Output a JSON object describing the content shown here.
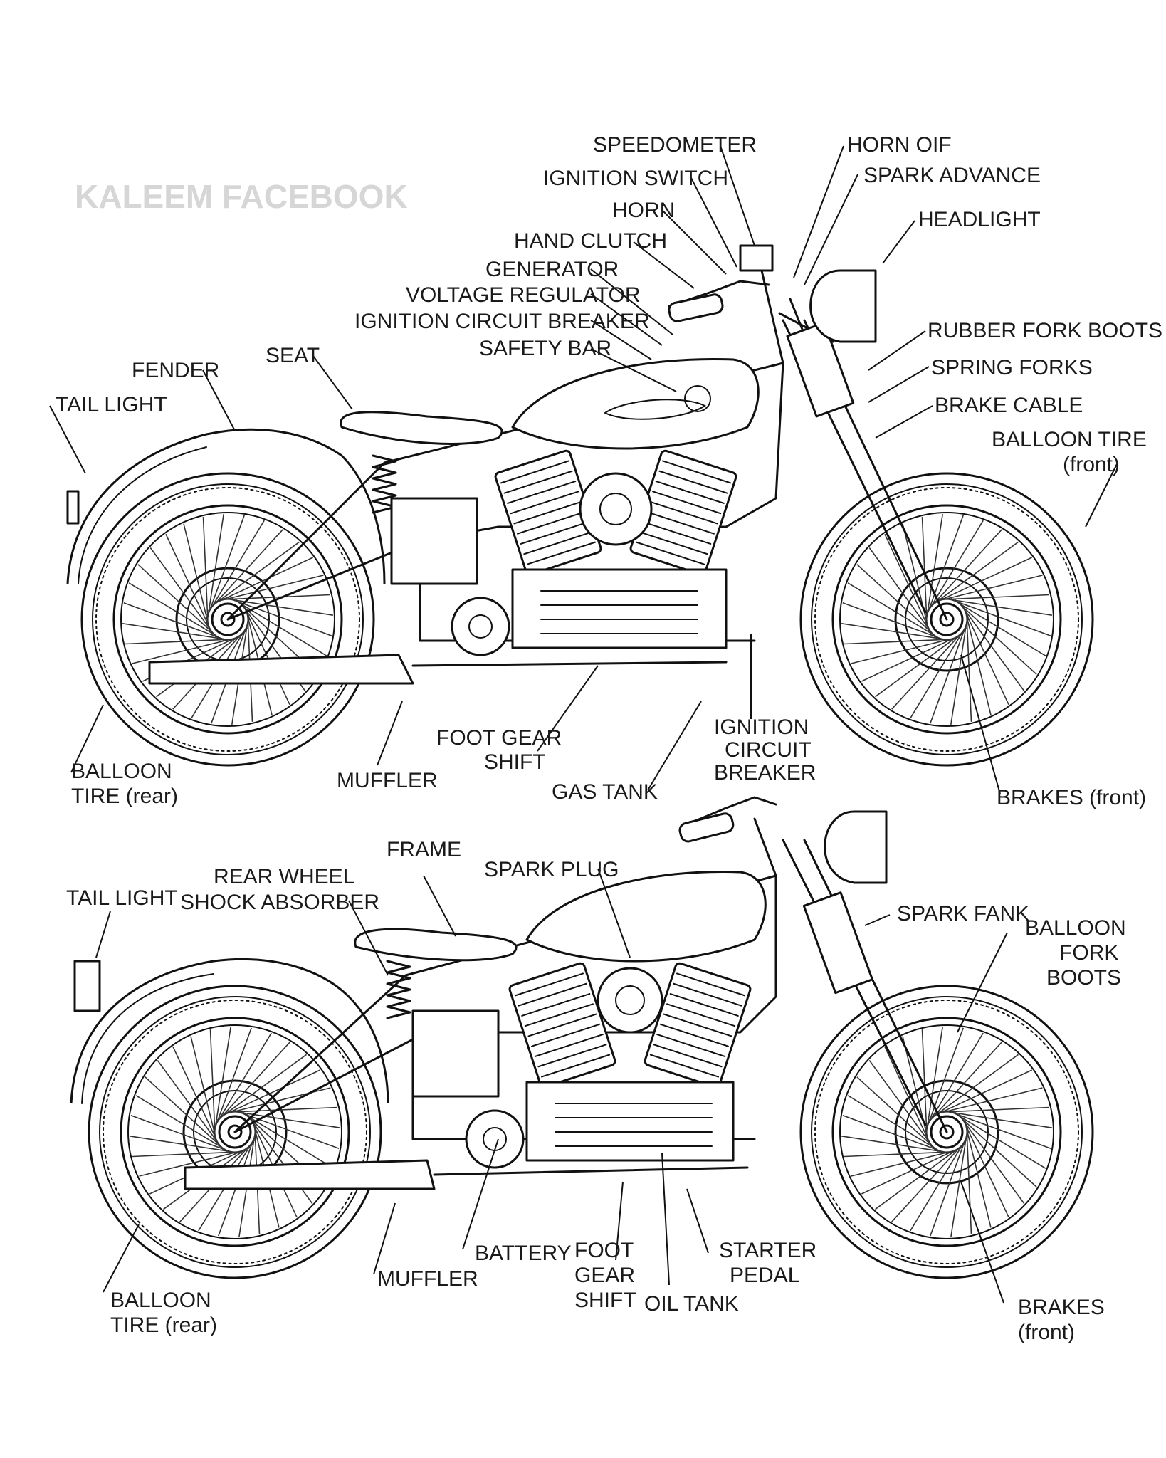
{
  "watermark": "KALEEM FACEBOOK",
  "colors": {
    "ink": "#111111",
    "paper": "#ffffff",
    "watermark": "#d6d6d6"
  },
  "top_labels": {
    "speedometer": "SPEEDOMETER",
    "ignition_switch": "IGNITION SWITCH",
    "horn": "HORN",
    "hand_clutch": "HAND CLUTCH",
    "generator": "GENERATOR",
    "voltage_regulator": "VOLTAGE REGULATOR",
    "ignition_circuit_breaker": "IGNITION CIRCUIT BREAKER",
    "safety_bar": "SAFETY BAR",
    "seat": "SEAT",
    "fender": "FENDER",
    "tail_light": "TAIL LIGHT",
    "horn_oif": "HORN OIF",
    "spark_advance": "SPARK ADVANCE",
    "headlight": "HEADLIGHT",
    "rubber_fork_boots": "RUBBER FORK BOOTS",
    "spring_forks": "SPRING FORKS",
    "brake_cable": "BRAKE CABLE",
    "balloon_tire_front_1": "BALLOON TIRE",
    "balloon_tire_front_2": "(front)",
    "balloon_tire_rear_1": "BALLOON",
    "balloon_tire_rear_2": "TIRE (rear)",
    "muffler": "MUFFLER",
    "foot_gear_shift_1": "FOOT GEAR",
    "foot_gear_shift_2": "SHIFT",
    "gas_tank": "GAS TANK",
    "ignition_cb_1": "IGNITION",
    "ignition_cb_2": "CIRCUIT",
    "ignition_cb_3": "BREAKER",
    "brakes_front": "BRAKES (front)"
  },
  "bottom_labels": {
    "tail_light": "TAIL LIGHT",
    "rear_wheel_1": "REAR WHEEL",
    "rear_wheel_2": "SHOCK ABSORBER",
    "frame": "FRAME",
    "spark_plug": "SPARK PLUG",
    "spark_fank": "SPARK FANK",
    "balloon_fork_boots_1": "BALLOON",
    "balloon_fork_boots_2": "FORK",
    "balloon_fork_boots_3": "BOOTS",
    "balloon_tire_rear_1": "BALLOON",
    "balloon_tire_rear_2": "TIRE (rear)",
    "muffler": "MUFFLER",
    "battery": "BATTERY",
    "foot_gear_shift_1": "FOOT",
    "foot_gear_shift_2": "GEAR",
    "foot_gear_shift_3": "SHIFT",
    "oil_tank": "OIL TANK",
    "starter_pedal_1": "STARTER",
    "starter_pedal_2": "PEDAL",
    "brakes_front_1": "BRAKES",
    "brakes_front_2": "(front)"
  }
}
